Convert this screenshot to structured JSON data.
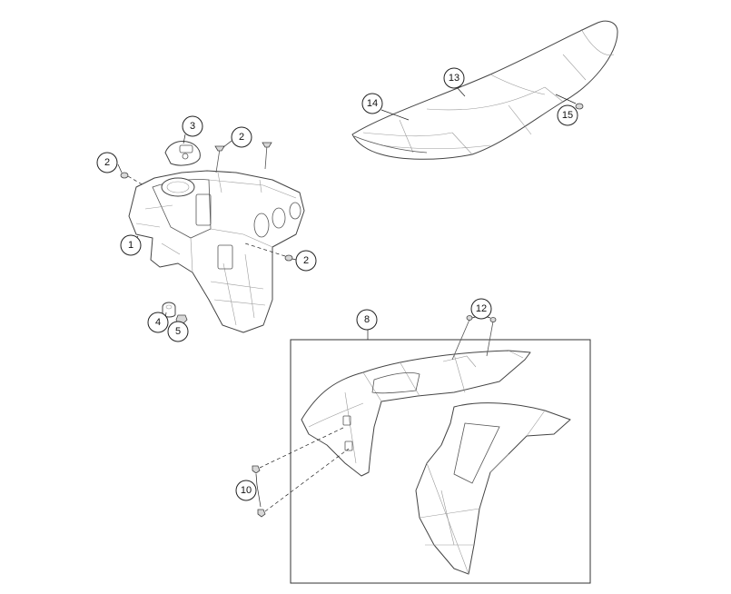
{
  "diagram": {
    "callouts": {
      "c1": "1",
      "c2a": "2",
      "c2b": "2",
      "c2c": "2",
      "c3": "3",
      "c4": "4",
      "c5": "5",
      "c8": "8",
      "c10": "10",
      "c12": "12",
      "c13": "13",
      "c14": "14",
      "c15": "15"
    }
  }
}
